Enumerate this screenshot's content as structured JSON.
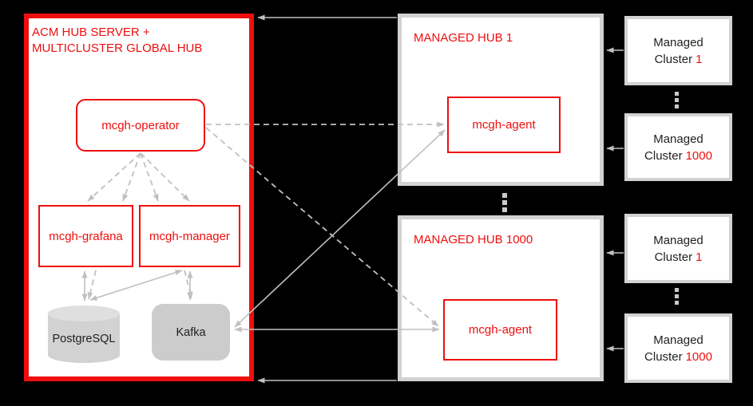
{
  "global_hub": {
    "title_line1": "ACM HUB SERVER +",
    "title_line2": "MULTICLUSTER GLOBAL HUB",
    "operator_label": "mcgh-operator",
    "grafana_label": "mcgh-grafana",
    "manager_label": "mcgh-manager",
    "postgres_label": "PostgreSQL",
    "kafka_label": "Kafka"
  },
  "managed_hubs": [
    {
      "title": "MANAGED HUB 1",
      "agent_label": "mcgh-agent"
    },
    {
      "title": "MANAGED HUB 1000",
      "agent_label": "mcgh-agent"
    }
  ],
  "clusters": {
    "word1": "Managed",
    "word2": "Cluster",
    "numbers": [
      "1",
      "1000",
      "1",
      "1000"
    ]
  },
  "colors": {
    "red": "#ee0e0e",
    "gray_border": "#d2d2d2",
    "arrow_gray": "#c0c0c0",
    "node_fill": "#cccccc",
    "text_black": "#212121",
    "background": "#000000"
  }
}
